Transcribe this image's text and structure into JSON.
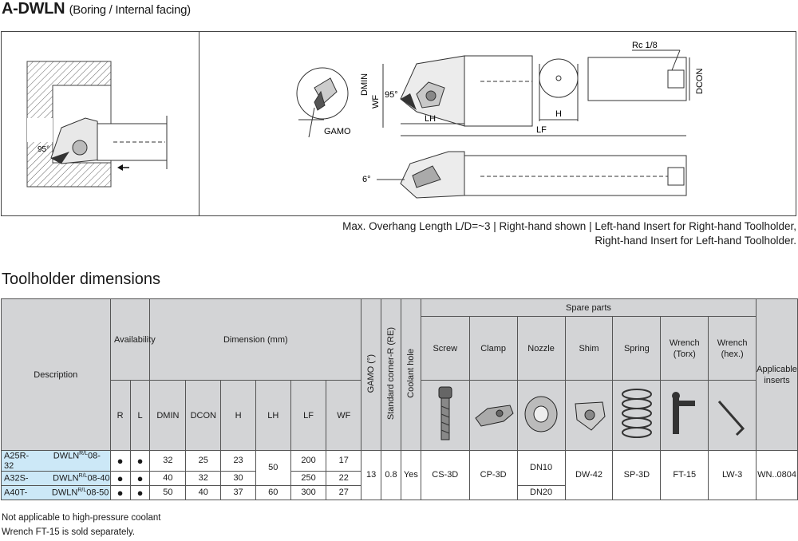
{
  "header": {
    "title_main": "A-DWLN",
    "title_sub": "(Boring / Internal facing)"
  },
  "figure": {
    "labels": {
      "angle_95_left": "95°",
      "dmin": "DMIN",
      "wf": "WF",
      "angle_95": "95°",
      "gamo": "GAMO",
      "lh": "LH",
      "lf": "LF",
      "h": "H",
      "rc": "Rc 1/8",
      "dcon": "DCON",
      "angle_6": "6°"
    }
  },
  "note": {
    "line1": "Max. Overhang Length L/D=~3 | Right-hand shown | Left-hand Insert for Right-hand Toolholder,",
    "line2": "Right-hand Insert for Left-hand Toolholder."
  },
  "section_title": "Toolholder dimensions",
  "table": {
    "headers": {
      "description": "Description",
      "availability": "Availability",
      "r": "R",
      "l": "L",
      "dimension": "Dimension (mm)",
      "dmin": "DMIN",
      "dcon": "DCON",
      "h": "H",
      "lh": "LH",
      "lf": "LF",
      "wf": "WF",
      "gamo": "GAMO (°)",
      "corner": "Standard corner-R (RE)",
      "coolant": "Coolant hole",
      "spare_parts": "Spare parts",
      "screw": "Screw",
      "clamp": "Clamp",
      "nozzle": "Nozzle",
      "shim": "Shim",
      "spring": "Spring",
      "wrench_torx": "Wrench (Torx)",
      "wrench_hex": "Wrench (hex.)",
      "inserts": "Applicable inserts"
    },
    "rows": [
      {
        "prefix": "A25R-",
        "code": "DWLN",
        "suffix": "08-32",
        "r": "●",
        "l": "●",
        "dmin": "32",
        "dcon": "25",
        "h": "23",
        "lf": "200",
        "wf": "17"
      },
      {
        "prefix": "A32S-",
        "code": "DWLN",
        "suffix": "08-40",
        "r": "●",
        "l": "●",
        "dmin": "40",
        "dcon": "32",
        "h": "30",
        "lf": "250",
        "wf": "22"
      },
      {
        "prefix": "A40T-",
        "code": "DWLN",
        "suffix": "08-50",
        "r": "●",
        "l": "●",
        "dmin": "50",
        "dcon": "40",
        "h": "37",
        "lh": "60",
        "lf": "300",
        "wf": "27"
      }
    ],
    "hand_mark": "R/L",
    "lh_shared": "50",
    "gamo": "13",
    "corner": "0.8",
    "coolant": "Yes",
    "screw": "CS-3D",
    "clamp": "CP-3D",
    "nozzle_1": "DN10",
    "nozzle_2": "DN20",
    "shim": "DW-42",
    "spring": "SP-3D",
    "wrench_torx": "FT-15",
    "wrench_hex": "LW-3",
    "inserts": "WN..0804"
  },
  "footnotes": {
    "line1": "Not applicable to high-pressure coolant",
    "line2": "Wrench FT-15 is sold separately."
  },
  "colors": {
    "header_bg": "#d3d4d6",
    "description_bg": "#cce8f7"
  }
}
